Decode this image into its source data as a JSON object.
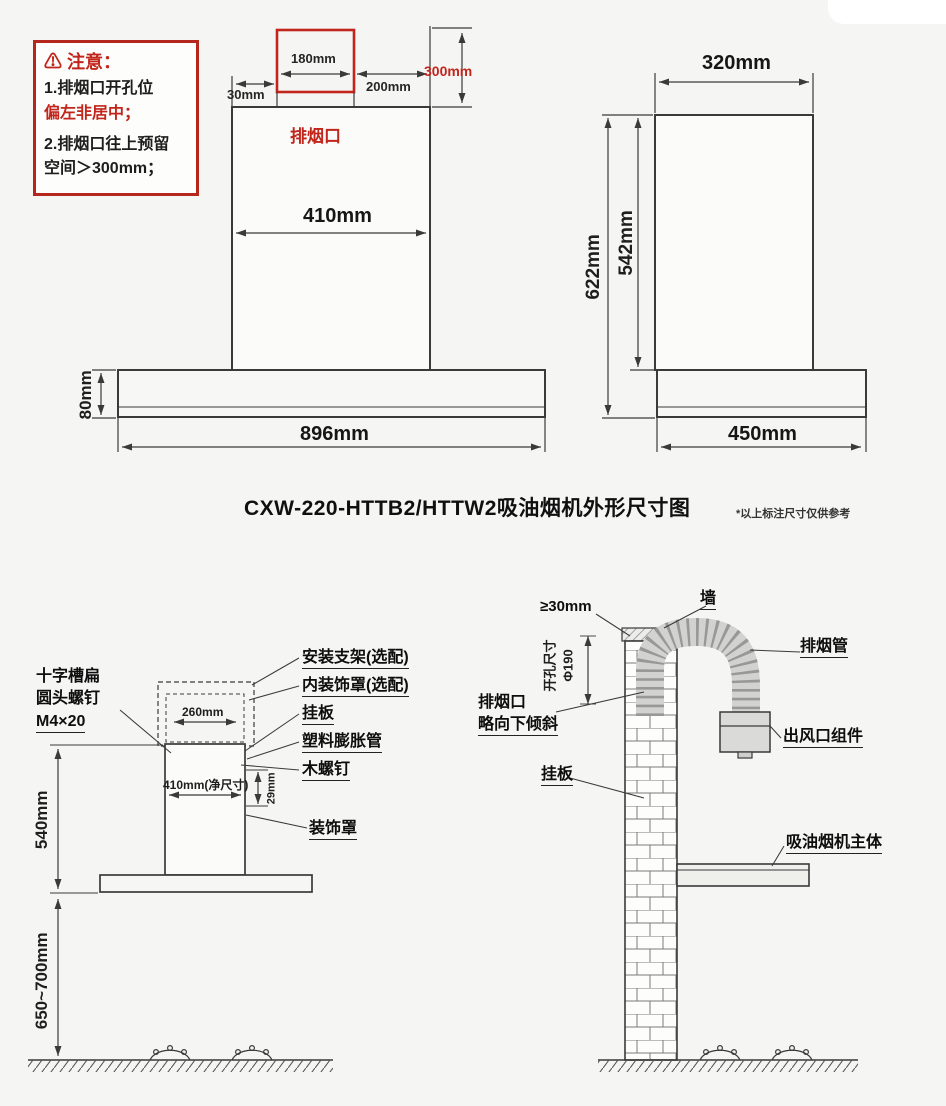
{
  "colors": {
    "accent_red": "#c2251b",
    "line": "#3a3a3a"
  },
  "notice": {
    "icon": "⚠",
    "title": "注意：",
    "line1": "1.排烟口开孔位",
    "line2": "偏左非居中；",
    "line3": "2.排烟口往上预留",
    "line4": "空间＞300mm；"
  },
  "front": {
    "d30": "30mm",
    "d180": "180mm",
    "d200": "200mm",
    "d300": "300mm",
    "outlet": "排烟口",
    "d410": "410mm",
    "d896": "896mm",
    "d80": "80mm"
  },
  "side": {
    "d320": "320mm",
    "d622": "622mm",
    "d542": "542mm",
    "d450": "450mm"
  },
  "caption": {
    "title": "CXW-220-HTTB2/HTTW2吸油烟机外形尺寸图",
    "note": "*以上标注尺寸仅供参考"
  },
  "left_diag": {
    "screw1": "十字槽扁",
    "screw2": "圆头螺钉",
    "screw3": "M4×20",
    "bracket": "安装支架(选配)",
    "inner_cover": "内装饰罩(选配)",
    "hang_plate": "挂板",
    "anchor": "塑料膨胀管",
    "wood_screw": "木螺钉",
    "cover": "装饰罩",
    "d260": "260mm",
    "d410": "410mm(净尺寸)",
    "d29": "29mm",
    "d540": "540mm",
    "d650": "650~700mm"
  },
  "right_diag": {
    "d30": "≥30mm",
    "wall": "墙",
    "duct": "排烟管",
    "hole1": "开孔尺寸",
    "hole2": "Φ190",
    "tilt1": "排烟口",
    "tilt2": "略向下倾斜",
    "outlet_comp": "出风口组件",
    "hang_plate": "挂板",
    "body": "吸油烟机主体"
  }
}
